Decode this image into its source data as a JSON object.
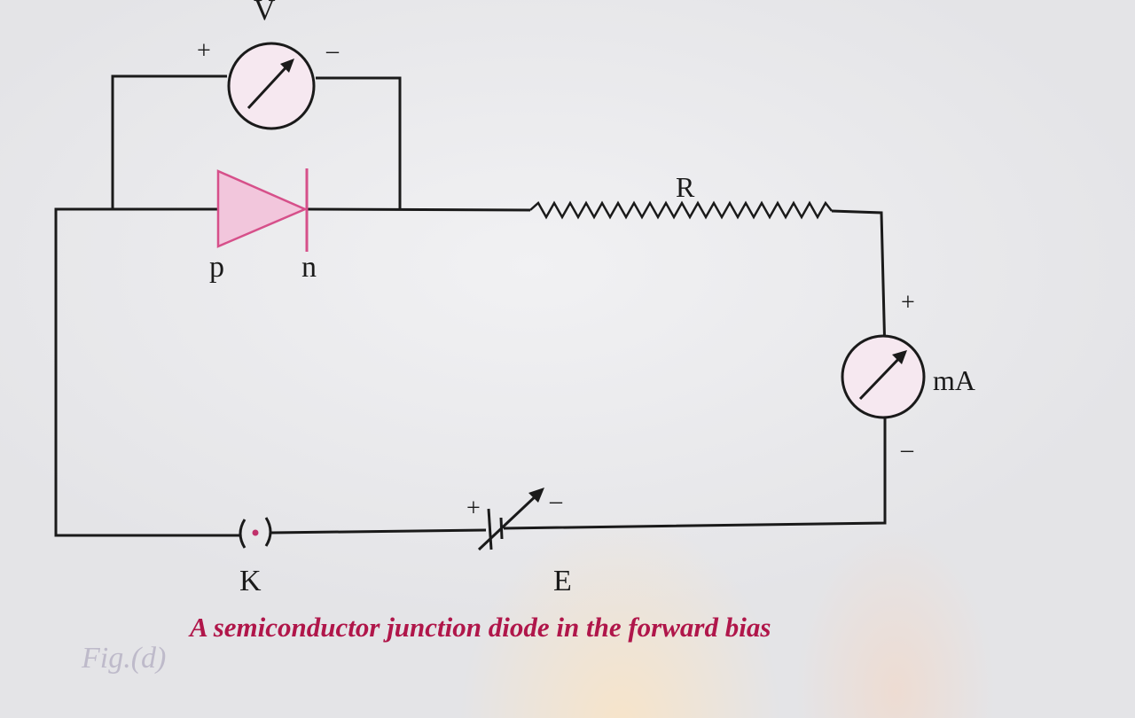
{
  "diagram": {
    "labels": {
      "voltmeter": "V",
      "voltmeter_plus": "+",
      "voltmeter_minus": "–",
      "resistor": "R",
      "diode_p": "p",
      "diode_n": "n",
      "ammeter": "mA",
      "ammeter_plus": "+",
      "ammeter_minus": "–",
      "battery_plus": "+",
      "battery_minus": "–",
      "key": "K",
      "battery": "E"
    },
    "colors": {
      "wire": "#1a1a1a",
      "diode_fill": "#f2c6dc",
      "diode_stroke": "#d6508a",
      "meter_fill": "#f6e8f0",
      "caption": "#b0164a"
    }
  },
  "caption": {
    "text": "A semiconductor junction diode in the forward bias",
    "fig_label": "Fig.(d)"
  }
}
